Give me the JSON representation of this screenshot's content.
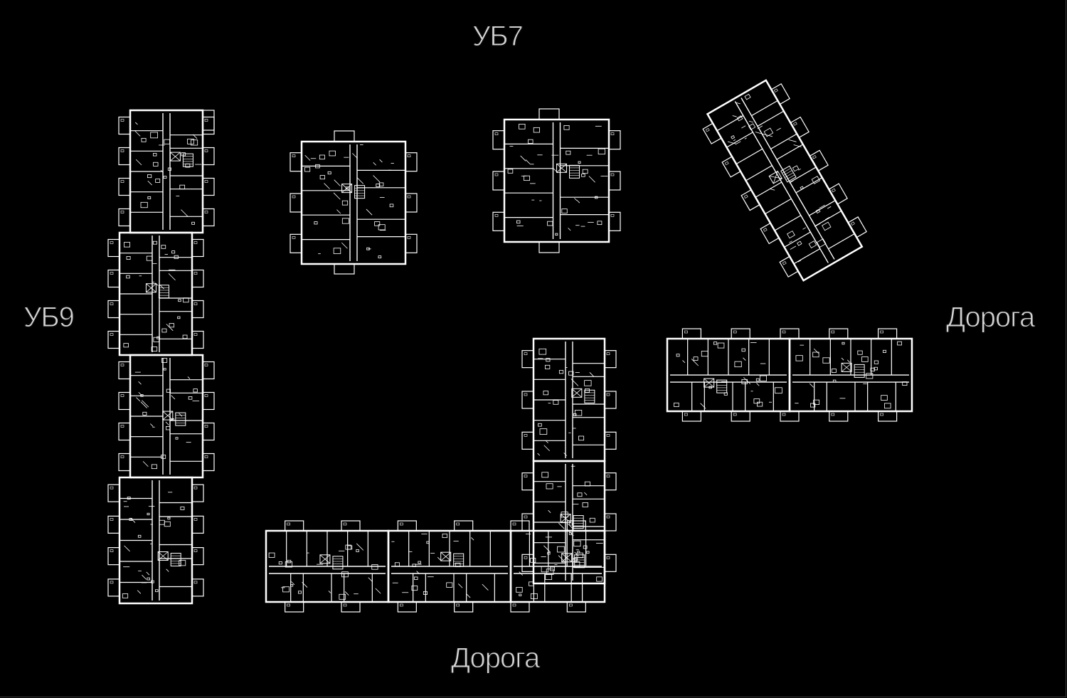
{
  "labels": {
    "top": "УБ7",
    "left": "УБ9",
    "right": "Дорога",
    "bottom": "Дорога"
  },
  "colors": {
    "background": "#000000",
    "lines": "#ffffff",
    "text": "#d4d4d4"
  }
}
